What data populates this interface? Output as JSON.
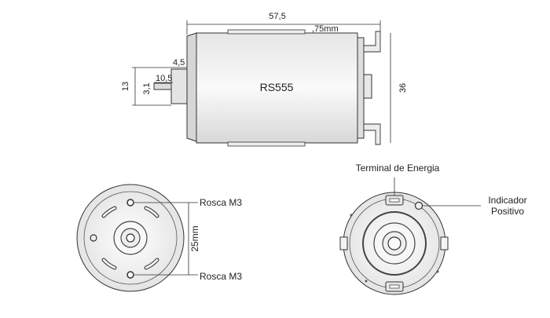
{
  "side_view": {
    "model": "RS555",
    "length": "57,5",
    "can_note": ",75mm",
    "height": "36",
    "shaft_height": "13",
    "shaft_diameter": "3,1",
    "shaft_length": "10,5",
    "boss_length": "4,5"
  },
  "front_view": {
    "hole_top": "Rosca M3",
    "hole_bottom": "Rosca M3",
    "hole_spacing": "25mm"
  },
  "rear_view": {
    "terminal_label": "Terminal de Energia",
    "indicator_line1": "Indicador",
    "indicator_line2": "Positivo"
  }
}
